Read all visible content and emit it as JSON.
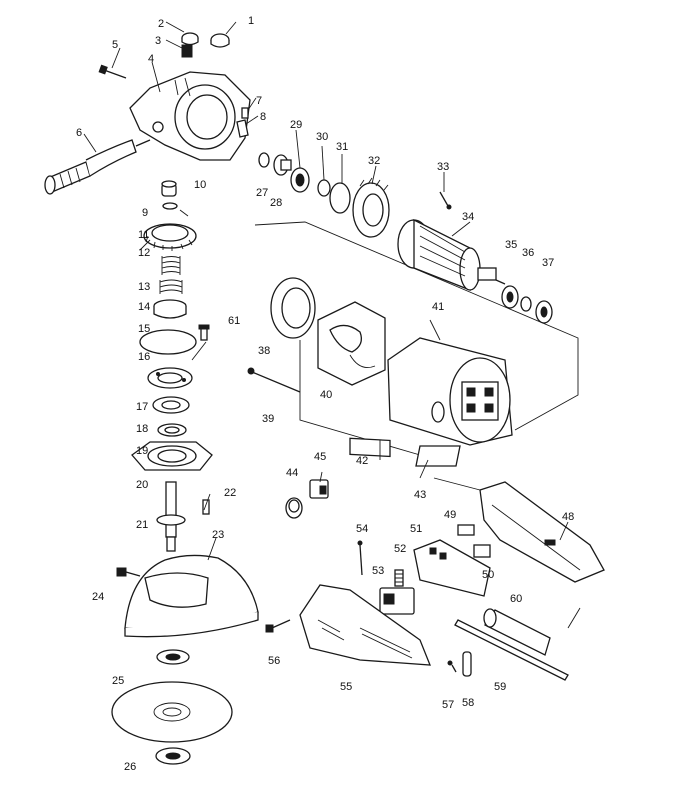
{
  "diagram": {
    "part_numbers": [
      "1",
      "2",
      "3",
      "4",
      "5",
      "6",
      "7",
      "8",
      "9",
      "10",
      "11",
      "12",
      "13",
      "14",
      "15",
      "16",
      "17",
      "18",
      "19",
      "20",
      "21",
      "22",
      "23",
      "24",
      "25",
      "26",
      "27",
      "28",
      "29",
      "30",
      "31",
      "32",
      "33",
      "34",
      "35",
      "36",
      "37",
      "38",
      "39",
      "40",
      "41",
      "42",
      "43",
      "44",
      "45",
      "48",
      "49",
      "50",
      "51",
      "52",
      "53",
      "54",
      "55",
      "56",
      "57",
      "58",
      "59",
      "60",
      "61"
    ]
  }
}
